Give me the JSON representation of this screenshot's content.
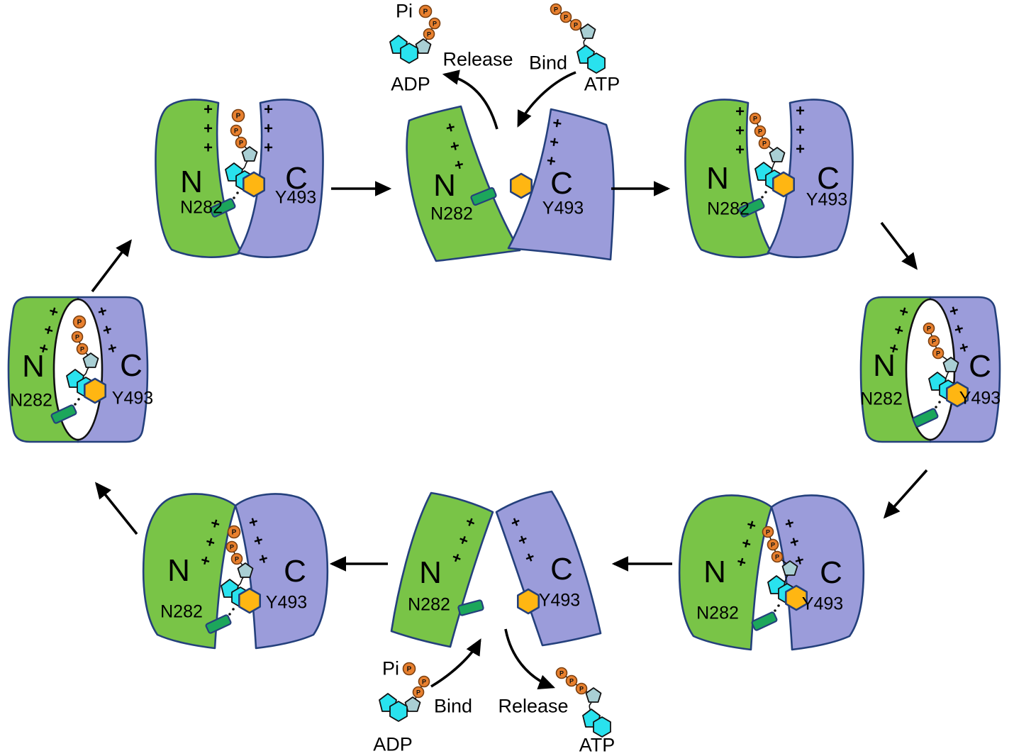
{
  "glyphs": {
    "phosphate": "P"
  },
  "domain_labels": {
    "n": "N",
    "c": "C",
    "n_residue": "N282",
    "c_residue": "Y493",
    "charges": "+++"
  },
  "annotations": {
    "top": {
      "pi": "Pi",
      "release": "Release",
      "bind": "Bind",
      "adp": "ADP",
      "atp": "ATP"
    },
    "bottom": {
      "pi": "Pi",
      "bind": "Bind",
      "release": "Release",
      "adp": "ADP",
      "atp": "ATP"
    }
  },
  "colors": {
    "n_domain_green": "#79C447",
    "c_domain_purple": "#9B9CDA",
    "outline_navy": "#24407C",
    "adenine_cyan": "#29E2EE",
    "ribose_blue_gray": "#A9CFD4",
    "phosphate_orange": "#E8802E",
    "ligand_hexagon_orange": "#FFB612",
    "ligand_rod_green": "#1CA65B",
    "arrow_black": "#000000",
    "background": "#FFFFFF"
  }
}
